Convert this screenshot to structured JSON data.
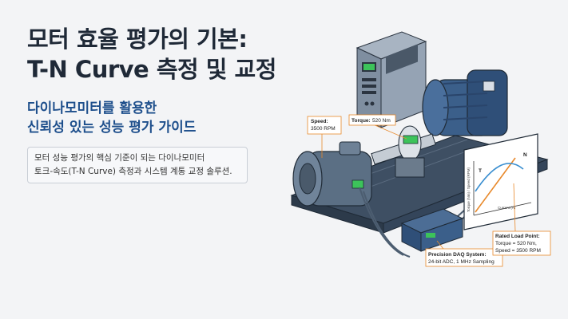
{
  "title_line1": "모터 효율 평가의 기본:",
  "title_line2": "T-N Curve 측정 및 교정",
  "subtitle_line1": "다이나모미터를 활용한",
  "subtitle_line2": "신뢰성 있는 성능 평가 가이드",
  "desc_line1": "모터 성능 평가의 핵심 기준이 되는 다이나모미터",
  "desc_line2": "토크-속도(T-N Curve) 측정과 시스템 계통 교정 솔루션.",
  "callouts": {
    "speed_title": "Speed:",
    "speed_value": "3500 RPM",
    "torque_title": "Torque:",
    "torque_value": "520 Nm",
    "daq_title": "Precision DAQ System:",
    "daq_value": "24-bit ADC, 1 MHz Sampling",
    "rated_title": "Rated Load Point:",
    "rated_line1": "Torque = 520 Nm,",
    "rated_line2": "Speed = 3500 RPM"
  },
  "graph": {
    "t_label": "T",
    "n_label": "N",
    "y_axis": "Torque (Nm) / Speed (RPM)",
    "x_axis": "Current (A)"
  },
  "colors": {
    "accent_orange": "#e8892b",
    "motor_blue": "#3b5f8a",
    "title_blue": "#1e4f8c",
    "display_green": "#3cc35a"
  }
}
